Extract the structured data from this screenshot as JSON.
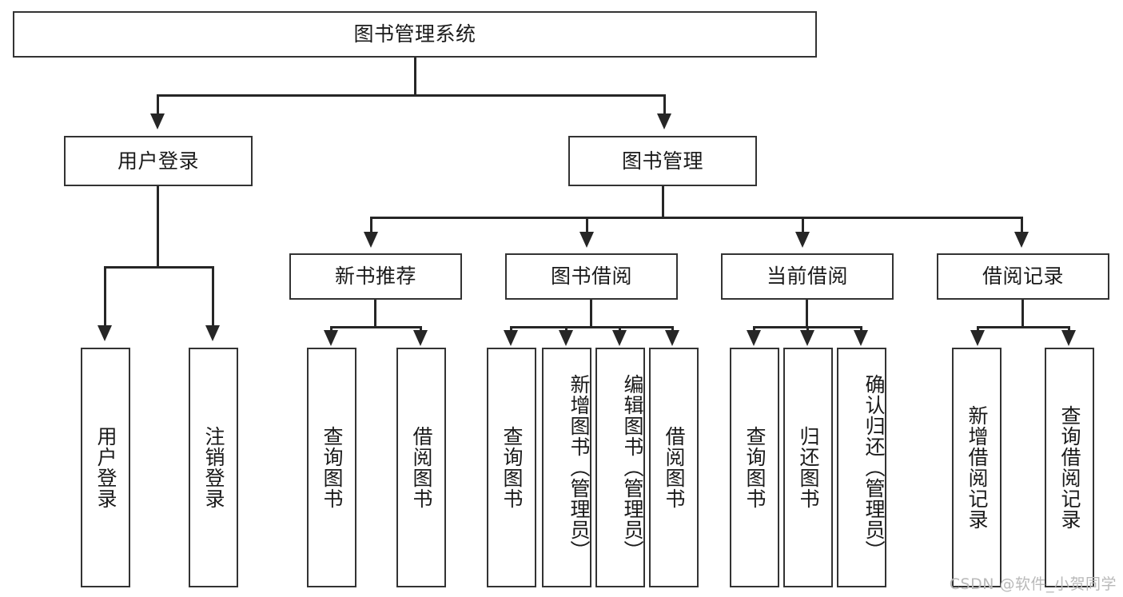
{
  "diagram": {
    "title": "图书管理系统",
    "type": "hierarchy-tree",
    "root": {
      "label": "图书管理系统"
    },
    "level2": [
      {
        "label": "用户登录"
      },
      {
        "label": "图书管理"
      }
    ],
    "level3": [
      {
        "label": "新书推荐"
      },
      {
        "label": "图书借阅"
      },
      {
        "label": "当前借阅"
      },
      {
        "label": "借阅记录"
      }
    ],
    "leaves_user_login": [
      {
        "label": "用户登录"
      },
      {
        "label": "注销登录"
      }
    ],
    "leaves_new_book": [
      {
        "label": "查询图书"
      },
      {
        "label": "借阅图书"
      }
    ],
    "leaves_borrow": [
      {
        "label": "查询图书"
      },
      {
        "label": "新增图书（管理员）"
      },
      {
        "label": "编辑图书（管理员）"
      },
      {
        "label": "借阅图书"
      }
    ],
    "leaves_current": [
      {
        "label": "查询图书"
      },
      {
        "label": "归还图书"
      },
      {
        "label": "确认归还（管理员）"
      }
    ],
    "leaves_record": [
      {
        "label": "新增借阅记录"
      },
      {
        "label": "查询借阅记录"
      }
    ]
  },
  "watermark": {
    "text": "CSDN @软件_小贺同学"
  },
  "colors": {
    "box_border": "#333333",
    "edge": "#262626",
    "background": "#ffffff",
    "text": "#1a1a1a",
    "watermark": "#b9b9b9"
  }
}
